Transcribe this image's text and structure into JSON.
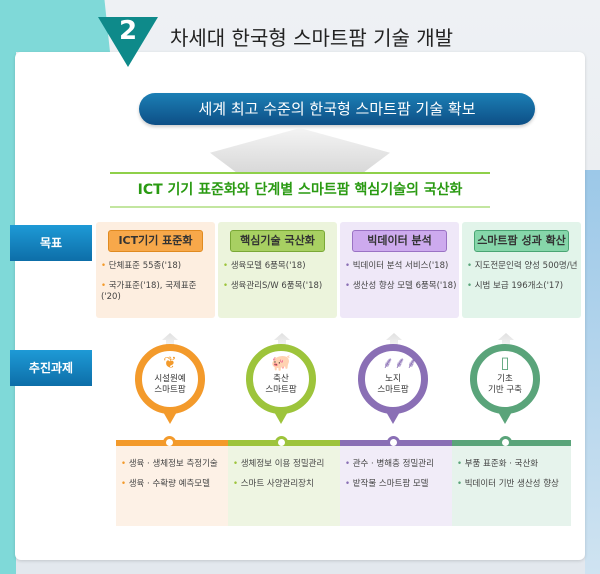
{
  "header": {
    "number": "2",
    "title": "차세대  한국형 스마트팜 기술 개발"
  },
  "banner": "세계 최고 수준의 한국형 스마트팜 기술 확보",
  "subtitle": "ICT 기기 표준화와 단계별 스마트팜 핵심기술의 국산화",
  "row_labels": {
    "goals": "목표",
    "tasks": "추진과제"
  },
  "colors": {
    "orange": "#f39a2b",
    "green": "#9dc43b",
    "purple": "#8a6fb5",
    "teal": "#5aa47a",
    "blue": "#1582c0"
  },
  "goals": [
    {
      "title": "ICT기기 표준화",
      "items": [
        "단체표준 55종('18)",
        "국가표준('18), 국제표준('20)"
      ]
    },
    {
      "title": "핵심기술 국산화",
      "items": [
        "생육모델 6품목('18)",
        "생육관리S/W 6품목('18)"
      ]
    },
    {
      "title": "빅데이터 분석",
      "items": [
        "빅데이터 분석 서비스('18)",
        "생산성 향상 모델 6품목('18)"
      ]
    },
    {
      "title": "스마트팜 성과 확산",
      "items": [
        "지도전문인력 양성 500명/년",
        "시범 보급 196개소('17)"
      ]
    }
  ],
  "tasks": [
    {
      "icon": "plant-pot-icon",
      "label1": "시설원예",
      "label2": "스마트팜",
      "items": [
        "생육 · 생체정보 측정기술",
        "생육 · 수확량 예측모델"
      ]
    },
    {
      "icon": "pig-icon",
      "label1": "축산",
      "label2": "스마트팜",
      "items": [
        "생체정보 이용 정밀관리",
        "스마트 사양관리장치"
      ]
    },
    {
      "icon": "wheat-icon",
      "label1": "노지",
      "label2": "스마트팜",
      "items": [
        "관수 · 병해충 정밀관리",
        "밭작물 스마트팜 모델"
      ]
    },
    {
      "icon": "smartphone-icon",
      "label1": "기초",
      "label2": "기반 구축",
      "items": [
        "부품 표준화 · 국산화",
        "빅데이터 기반 생산성 향상"
      ]
    }
  ]
}
